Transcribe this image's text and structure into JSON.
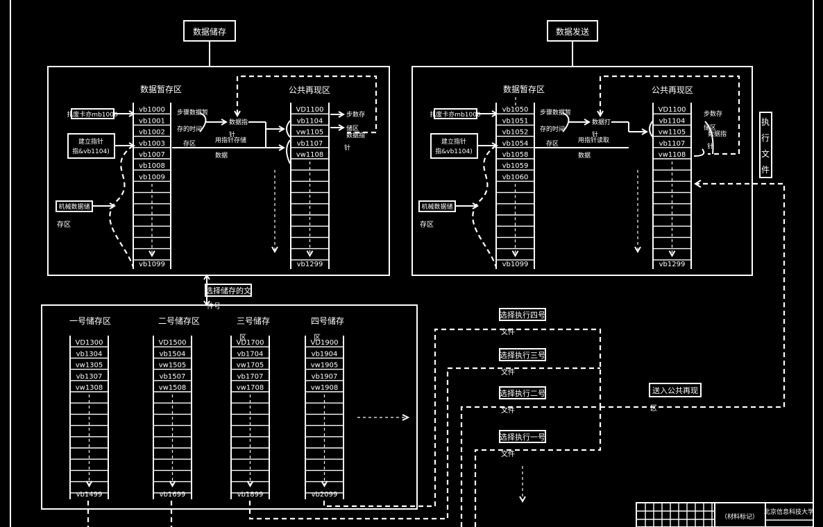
{
  "top_labels": {
    "data_storage": "数据储存",
    "data_send": "数据发送"
  },
  "left_panel": {
    "title_temp": "数据暂存区",
    "title_public": "公共再现区",
    "input_a": "扎废卡亦mb1000",
    "input_b_line1": "建立指针",
    "input_b_line2": "指&vb1104)",
    "input_c": "机械数据储",
    "input_c2": "存区",
    "step_line1": "步骤数据暂",
    "step_line2": "存的时间",
    "step_line3": "存区",
    "ptr_line1": "数据指",
    "ptr_line2": "针",
    "ptr_line3": "用指针存储",
    "ptr_line4": "数据",
    "right_a": "步数存",
    "right_b": "储区",
    "right_c": "数据指",
    "right_d": "针",
    "temp_cells": [
      "vb1000",
      "vb1001",
      "vb1002",
      "vb1003",
      "vb1007",
      "vb1008",
      "vb1009"
    ],
    "temp_last": "vb1099",
    "pub_cells": [
      "VD1100",
      "vb1104",
      "vw1105",
      "vb1107",
      "vw1108"
    ],
    "pub_last": "vb1299"
  },
  "right_panel": {
    "title_temp": "数据暂存区",
    "title_public": "公共再现区",
    "input_a": "扎废卡亦mb1000",
    "input_b_line1": "建立指针",
    "input_b_line2": "指&vb1104)",
    "input_c": "机械数据储",
    "input_c2": "存区",
    "step_line1": "步骤数据暂",
    "step_line2": "存的时间",
    "step_line3": "存区",
    "ptr_line1": "数据打",
    "ptr_line2": "针",
    "ptr_line3": "用指针读取",
    "ptr_line4": "数据",
    "right_a": "步数存",
    "right_b": "储区",
    "right_c": "数据指",
    "right_d": "针",
    "temp_cells": [
      "vb1050",
      "vb1051",
      "vb1052",
      "vb1054",
      "vb1058",
      "vb1059",
      "vb1060"
    ],
    "temp_last": "vb1099",
    "pub_cells": [
      "VD1100",
      "vb1104",
      "vw1105",
      "vb1107",
      "vw1108"
    ],
    "pub_last": "vb1299"
  },
  "exec_file_vertical": [
    "执",
    "行",
    "文",
    "件"
  ],
  "select_store": {
    "line1": "选择储存的文",
    "line2": "件号"
  },
  "storage_areas": [
    {
      "title": "一号储存区",
      "cells": [
        "VD1300",
        "vb1304",
        "vw1305",
        "vb1307",
        "vw1308"
      ],
      "last": "vb1499"
    },
    {
      "title": "二号储存区",
      "cells": [
        "VD1500",
        "vb1504",
        "vw1505",
        "vb1507",
        "vw1508"
      ],
      "last": "vb1699"
    },
    {
      "title": "三号储存",
      "title2": "区",
      "cells": [
        "VD1700",
        "vb1704",
        "vw1705",
        "vb1707",
        "vw1708"
      ],
      "last": "vb1899"
    },
    {
      "title": "四号储存",
      "title2": "区",
      "cells": [
        "VD1900",
        "vb1904",
        "vw1905",
        "vb1907",
        "vw1908"
      ],
      "last": "vb2099"
    }
  ],
  "select_exec": [
    {
      "line1": "选择执行四号",
      "line2": "文件"
    },
    {
      "line1": "选择执行三号",
      "line2": "文件"
    },
    {
      "line1": "选择执行二号",
      "line2": "文件"
    },
    {
      "line1": "选择执行一号",
      "line2": "文件"
    }
  ],
  "send_public": {
    "line1": "送入公共再现",
    "line2": "区"
  },
  "title_block": {
    "school": "北京信息科技大学",
    "material": "（材料标记）"
  }
}
